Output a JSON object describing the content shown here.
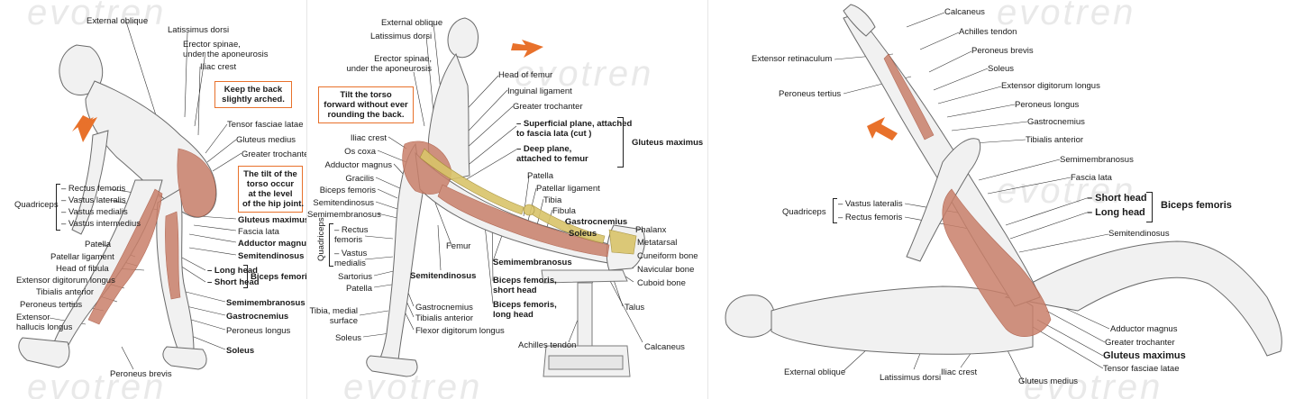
{
  "watermark": "evotren",
  "panel1": {
    "labels": {
      "external_oblique": "External oblique",
      "latissimus_dorsi": "Latissimus dorsi",
      "erector_spinae": "Erector spinae,\nunder the aponeurosis",
      "iliac_crest": "Iliac crest",
      "tensor_fasciae_latae": "Tensor fasciae latae",
      "gluteus_medius": "Gluteus medius",
      "greater_trochanter": "Greater trochanter",
      "quadriceps": "Quadriceps",
      "rectus_femoris": "– Rectus femoris",
      "vastus_lateralis": "– Vastus lateralis",
      "vastus_medialis": "– Vastus medialis",
      "vastus_intermedius": "– Vastus intermedius",
      "gluteus_maximus": "Gluteus maximus",
      "fascia_lata": "Fascia lata",
      "adductor_magnus": "Adductor magnus",
      "semitendinosus": "Semitendinosus",
      "patella": "Patella",
      "patellar_ligament": "Patellar ligament",
      "head_of_fibula": "Head of fibula",
      "extensor_digitorum_longus": "Extensor digitorum longus",
      "tibialis_anterior": "Tibialis anterior",
      "peroneus_tertius": "Peroneus tertius",
      "extensor_hallucis_longus": "Extensor\nhallucis longus",
      "long_head": "– Long head",
      "short_head": "– Short head",
      "biceps_femoris": "Biceps femoris",
      "semimembranosus": "Semimembranosus",
      "gastrocnemius": "Gastrocnemius",
      "peroneus_longus": "Peroneus longus",
      "soleus": "Soleus",
      "peroneus_brevis": "Peroneus brevis"
    },
    "note_back": "Keep the back\nslightly arched.",
    "note_tilt": "The tilt of the\ntorso occur\nat the level\nof the hip joint."
  },
  "panel2": {
    "labels": {
      "external_oblique": "External oblique",
      "latissimus_dorsi": "Latissimus dorsi",
      "erector_spinae": "Erector spinae,\nunder the aponeurosis",
      "head_of_femur": "Head of femur",
      "inguinal_ligament": "Inguinal ligament",
      "greater_trochanter": "Greater trochanter",
      "superficial_plane": "– Superficial plane, attached\nto fascia lata (cut )",
      "deep_plane": "– Deep plane,\nattached to femur",
      "gluteus_maximus": "Gluteus maximus",
      "iliac_crest": "Iliac crest",
      "os_coxa": "Os coxa",
      "adductor_magnus": "Adductor magnus",
      "gracilis": "Gracilis",
      "biceps_femoris": "Biceps femoris",
      "semitendinosus": "Semitendinosus",
      "semimembranosus": "Semimembranosus",
      "quadriceps": "Quadriceps",
      "rectus_femoris": "– Rectus\nfemoris",
      "vastus_medialis": "– Vastus\nmedialis",
      "sartorius": "Sartorius",
      "patella_left": "Patella",
      "tibia_medial_surface": "Tibia, medial\nsurface",
      "soleus_left": "Soleus",
      "femur": "Femur",
      "semitendinosus_bold": "Semitendinosus",
      "gastrocnemius_left": "Gastrocnemius",
      "tibialis_anterior": "Tibialis anterior",
      "flexor_digitorum_longus": "Flexor digitorum longus",
      "patella": "Patella",
      "patellar_ligament": "Patellar ligament",
      "tibia": "Tibia",
      "fibula": "Fibula",
      "gastrocnemius": "Gastrocnemius",
      "soleus": "Soleus",
      "semimembranosus_bold": "Semimembranosus",
      "biceps_short_head": "Biceps femoris,\nshort head",
      "biceps_long_head": "Biceps femoris,\nlong head",
      "phalanx": "Phalanx",
      "metatarsal": "Metatarsal",
      "cuneiform_bone": "Cuneiform bone",
      "navicular_bone": "Navicular bone",
      "cuboid_bone": "Cuboid bone",
      "talus": "Talus",
      "achilles_tendon": "Achilles tendon",
      "calcaneus": "Calcaneus"
    },
    "note_tilt": "Tilt the torso\nforward without ever\nrounding the back."
  },
  "panel3": {
    "labels": {
      "calcaneus": "Calcaneus",
      "achilles_tendon": "Achilles tendon",
      "extensor_retinaculum": "Extensor retinaculum",
      "peroneus_brevis": "Peroneus brevis",
      "soleus": "Soleus",
      "peroneus_tertius": "Peroneus tertius",
      "extensor_digitorum_longus": "Extensor digitorum longus",
      "peroneus_longus": "Peroneus longus",
      "gastrocnemius": "Gastrocnemius",
      "tibialis_anterior": "Tibialis anterior",
      "semimembranosus": "Semimembranosus",
      "fascia_lata": "Fascia lata",
      "quadriceps": "Quadriceps",
      "vastus_lateralis": "– Vastus lateralis",
      "rectus_femoris": "– Rectus femoris",
      "short_head": "– Short head",
      "long_head": "– Long head",
      "biceps_femoris": "Biceps femoris",
      "semitendinosus": "Semitendinosus",
      "adductor_magnus": "Adductor magnus",
      "greater_trochanter": "Greater trochanter",
      "gluteus_maximus": "Gluteus maximus",
      "tensor_fasciae_latae": "Tensor fasciae latae",
      "external_oblique": "External oblique",
      "latissimus_dorsi": "Latissimus dorsi",
      "iliac_crest": "Iliac crest",
      "gluteus_medius": "Gluteus medius"
    }
  },
  "colors": {
    "accent_arrow": "#e8712b",
    "muscle": "#c9806a",
    "muscle_dark": "#a8533d",
    "skin": "#f1f1f1",
    "outline": "#6a6a6a",
    "bone": "#d9c46a"
  }
}
